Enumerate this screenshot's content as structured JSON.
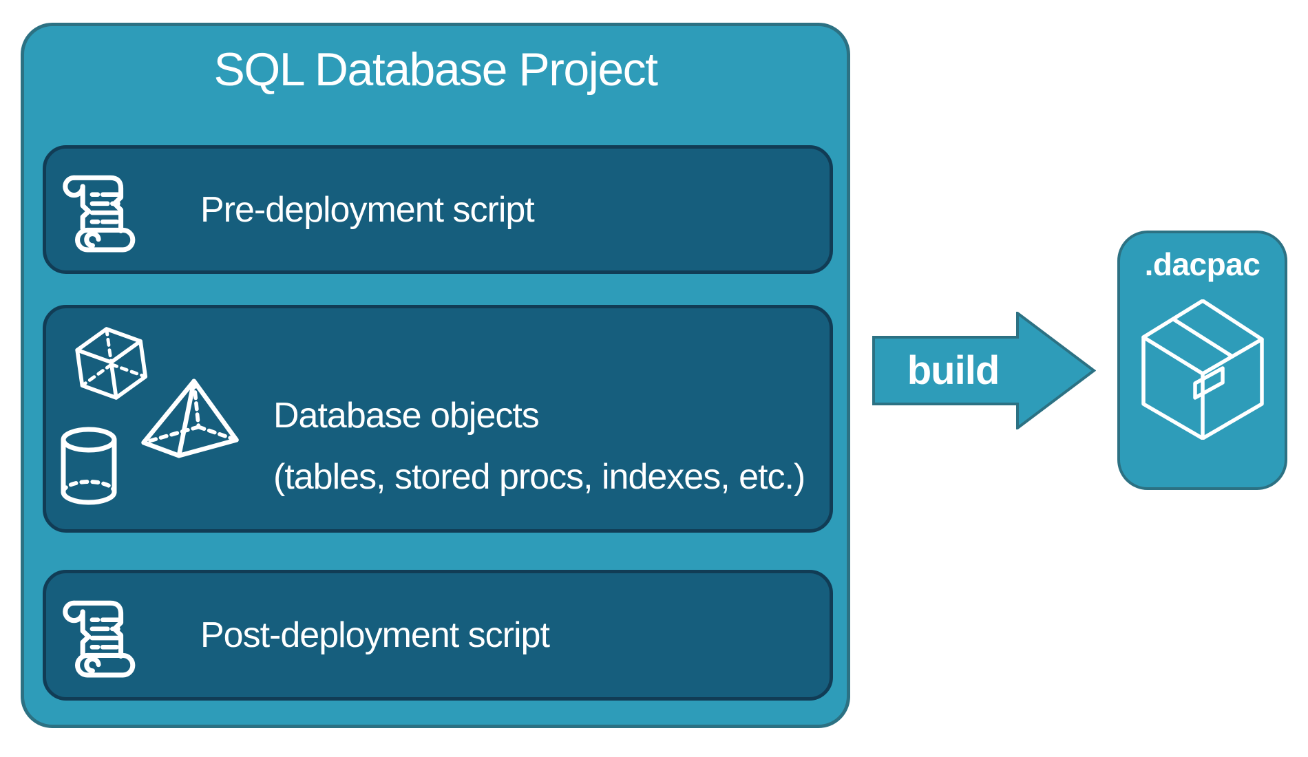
{
  "colors": {
    "accent_teal": "#2E9CB9",
    "accent_teal_border": "#2C7183",
    "panel_dark": "#165E7D",
    "panel_dark_border": "#113C55",
    "text": "#FFFFFF",
    "background": "#FFFFFF"
  },
  "project": {
    "title": "SQL Database Project",
    "items": [
      {
        "label": "Pre-deployment script",
        "icon": "scroll-icon"
      },
      {
        "label_line1": "Database objects",
        "label_line2": "(tables, stored procs, indexes, etc.)",
        "icons": [
          "cube-icon",
          "pyramid-icon",
          "cylinder-icon"
        ]
      },
      {
        "label": "Post-deployment script",
        "icon": "scroll-icon"
      }
    ]
  },
  "arrow": {
    "label": "build"
  },
  "output": {
    "label": ".dacpac",
    "icon": "package-icon"
  }
}
